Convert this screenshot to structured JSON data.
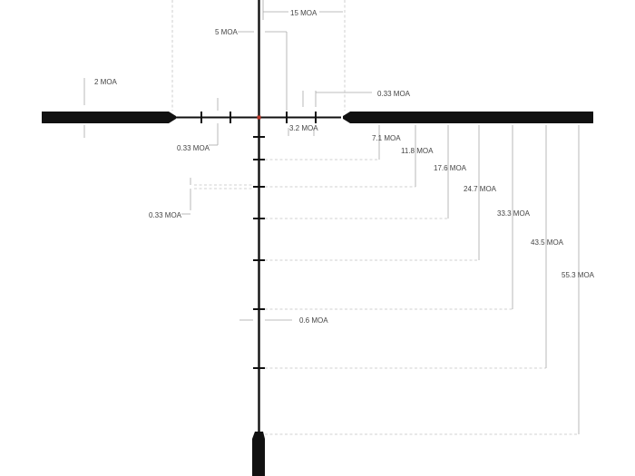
{
  "labels": {
    "moa_15": "15 MOA",
    "moa_5": "5 MOA",
    "moa_2": "2 MOA",
    "moa_033_top": "0.33 MOA",
    "moa_32": "3.2 MOA",
    "moa_033_left": "0.33 MOA",
    "moa_71": "7.1 MOA",
    "moa_118": "11.8 MOA",
    "moa_176": "17.6 MOA",
    "moa_247": "24.7 MOA",
    "moa_033_lower": "0.33 MOA",
    "moa_333": "33.3 MOA",
    "moa_435": "43.5 MOA",
    "moa_06": "0.6 MOA",
    "moa_553": "55.3 MOA"
  },
  "colors": {
    "reticle": "#111111",
    "center_dot": "#c0392b",
    "dimension_lines": "#c4c4c4"
  }
}
